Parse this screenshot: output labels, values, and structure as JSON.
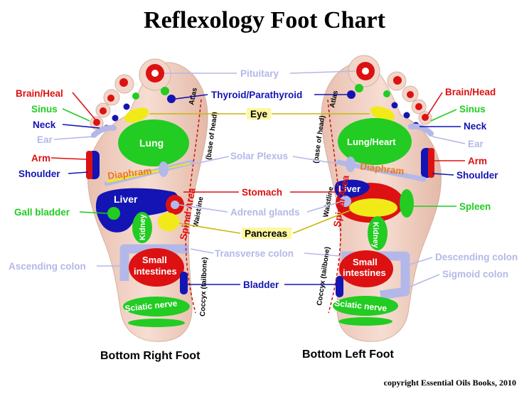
{
  "title": "Reflexology Foot Chart",
  "captions": {
    "right_foot": "Bottom Right Foot",
    "left_foot": "Bottom Left Foot"
  },
  "copyright": "copyright Essential Oils Books, 2010",
  "colors": {
    "red": "#dd1111",
    "green": "#22cc22",
    "blue": "#1414b4",
    "lavender": "#b4b8e8",
    "yellow": "#f2ea18",
    "orange": "#ee7a10",
    "skin": "#f0d2c4"
  },
  "left_labels": {
    "brain": "Brain/Heal",
    "sinus": "Sinus",
    "neck": "Neck",
    "ear": "Ear",
    "arm": "Arm",
    "shoulder": "Shoulder",
    "gall_bladder": "Gall bladder",
    "ascending_colon": "Ascending colon"
  },
  "right_labels": {
    "brain": "Brain/Head",
    "sinus": "Sinus",
    "neck": "Neck",
    "ear": "Ear",
    "arm": "Arm",
    "shoulder": "Shoulder",
    "spleen": "Spleen",
    "descending_colon": "Descending colon",
    "sigmoid_colon": "Sigmoid colon"
  },
  "center_labels": {
    "pituitary": "Pituitary",
    "thyroid": "Thyroid/Parathyroid",
    "eye": "Eye",
    "solar_plexus": "Solar Plexus",
    "stomach": "Stomach",
    "adrenal": "Adrenal glands",
    "pancreas": "Pancreas",
    "transverse_colon": "Transverse colon",
    "bladder": "Bladder"
  },
  "zones": {
    "lung_right": "Lung",
    "lung_left": "Lung/Heart",
    "diaphram": "Diaphram",
    "liver": "Liver",
    "kidney": "Kidney",
    "small_intestines_1": "Small",
    "small_intestines_2": "intestines",
    "sciatic": "Sciatic nerve",
    "spinal_area": "Spinal Area",
    "waistline": "Waistline",
    "atlas": "Atlas",
    "base_of_head": "(base of head)",
    "coccyx": "Coccyx (tailbone)"
  }
}
